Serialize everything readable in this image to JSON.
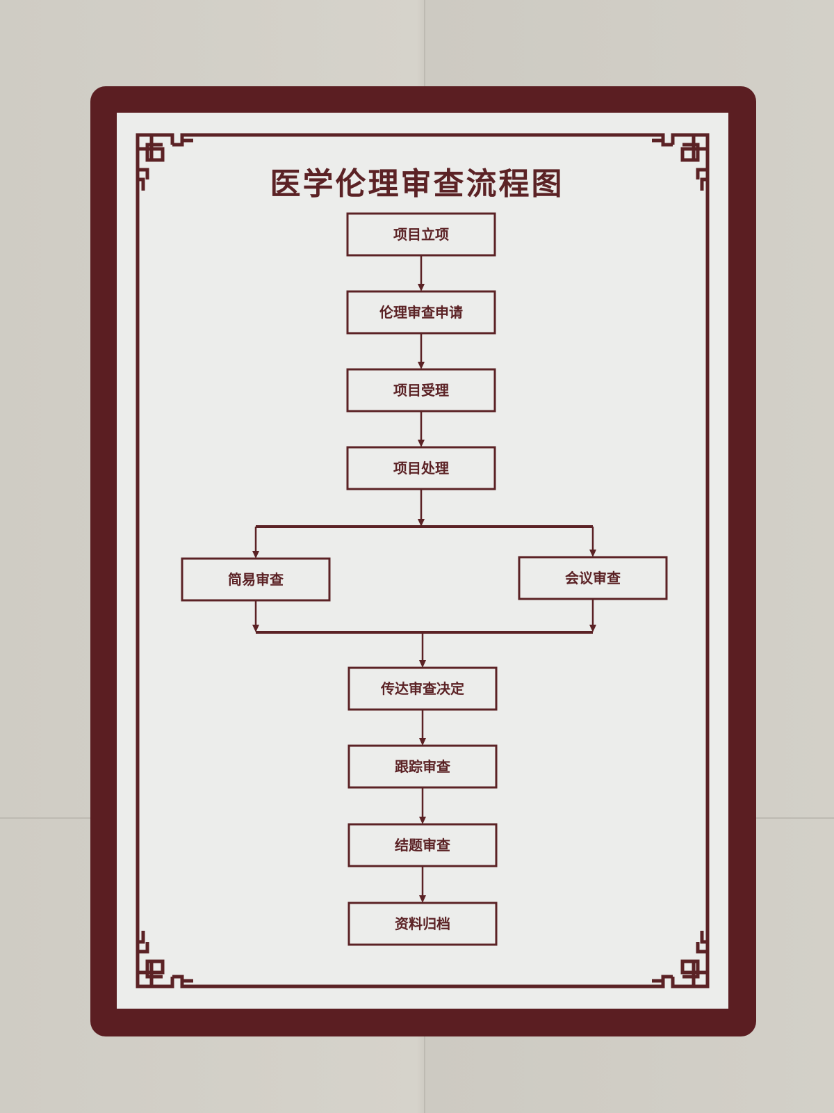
{
  "title": "医学伦理审查流程图",
  "colors": {
    "frame": "#5b1e22",
    "ink": "#5b2225",
    "panel": "#ecedeb",
    "wall": "#d2cfc7"
  },
  "nodes": [
    {
      "id": "n1",
      "label": "项目立项"
    },
    {
      "id": "n2",
      "label": "伦理审查申请"
    },
    {
      "id": "n3",
      "label": "项目受理"
    },
    {
      "id": "n4",
      "label": "项目处理"
    },
    {
      "id": "n5a",
      "label": "简易审查"
    },
    {
      "id": "n5b",
      "label": "会议审查"
    },
    {
      "id": "n6",
      "label": "传达审查决定"
    },
    {
      "id": "n7",
      "label": "跟踪审查"
    },
    {
      "id": "n8",
      "label": "结题审查"
    },
    {
      "id": "n9",
      "label": "资料归档"
    }
  ],
  "edges": [
    [
      "n1",
      "n2"
    ],
    [
      "n2",
      "n3"
    ],
    [
      "n3",
      "n4"
    ],
    [
      "n4",
      "n5a"
    ],
    [
      "n4",
      "n5b"
    ],
    [
      "n5a",
      "n6"
    ],
    [
      "n5b",
      "n6"
    ],
    [
      "n6",
      "n7"
    ],
    [
      "n7",
      "n8"
    ],
    [
      "n8",
      "n9"
    ]
  ]
}
